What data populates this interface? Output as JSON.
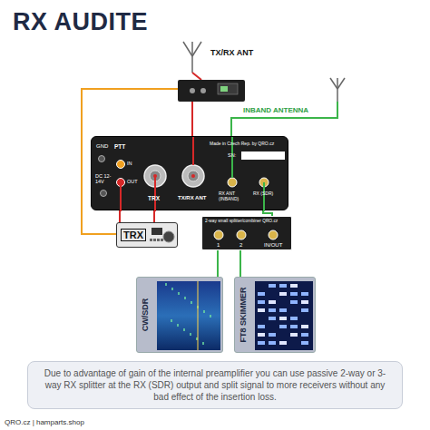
{
  "diagram": {
    "title": "RX AUDITE",
    "caption": "Due to advantage of gain of the internal preamplifier you can use passive 2-way or 3-way RX splitter at the RX (SDR) output and split signal to more receivers without any bad effect of the insertion loss.",
    "nodes": [
      {
        "text": [
          "GND",
          "PTT",
          "IN",
          "OUT",
          "DC 12-14V",
          "TRX",
          "TX/RX ANT",
          "Made in Czech Rep. by QRO.cz",
          "SN:",
          "RX ANT (INBAND)",
          "RX (SDR)"
        ]
      },
      {
        "text": [
          "TRX"
        ]
      },
      {
        "text": [
          "2-way small splitter/combiner QRO.cz",
          "1",
          "2",
          "IN/OUT"
        ]
      },
      {
        "text": [
          "CW/SDR"
        ]
      },
      {
        "text": [
          "FT8 SKIMMER"
        ]
      }
    ],
    "edges": [
      {
        "from": 0,
        "to": 1,
        "arrow": "none"
      },
      {
        "from": 0,
        "to": 1,
        "arrow": "none"
      },
      {
        "from": 0,
        "to": 2,
        "arrow": "none"
      },
      {
        "from": 2,
        "to": 3,
        "arrow": "none"
      },
      {
        "from": 2,
        "to": 4,
        "arrow": "none"
      }
    ],
    "labels": [
      "TX/RX ANT",
      "INBAND ANTENNA",
      "QRO.cz | hamparts.shop"
    ]
  }
}
